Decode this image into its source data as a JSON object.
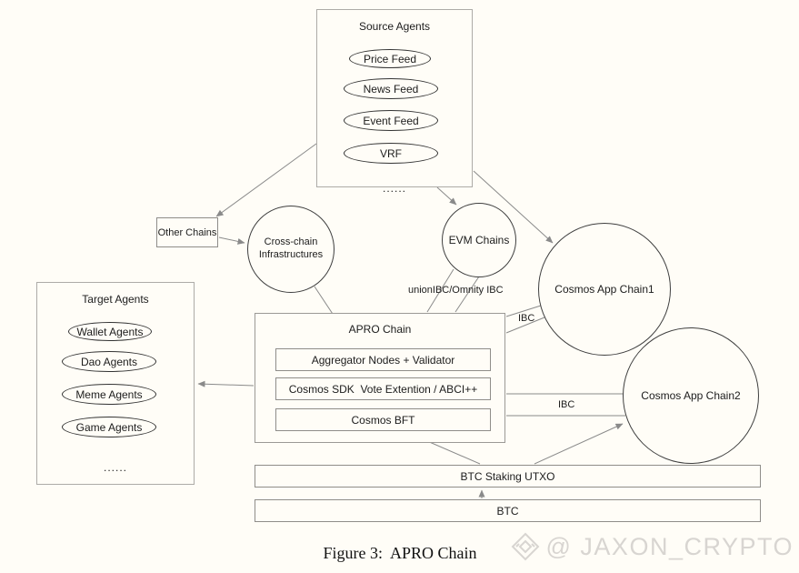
{
  "diagram": {
    "source_agents": {
      "title": "Source Agents",
      "items": [
        "Price Feed",
        "News Feed",
        "Event Feed",
        "VRF"
      ],
      "more": "......"
    },
    "other_chains": {
      "label": "Other Chains"
    },
    "cross_chain": {
      "line1": "Cross-chain",
      "line2": "Infrastructures"
    },
    "evm_chains": {
      "label": "EVM Chains"
    },
    "cosmos_chain1": {
      "label": "Cosmos App Chain1"
    },
    "cosmos_chain2": {
      "label": "Cosmos App Chain2"
    },
    "target_agents": {
      "title": "Target Agents",
      "items": [
        "Wallet Agents",
        "Dao Agents",
        "Meme Agents",
        "Game Agents"
      ],
      "more": "......"
    },
    "apro_chain": {
      "title": "APRO Chain",
      "layers": [
        "Aggregator Nodes + Validator",
        "Cosmos SDK  Vote Extention / ABCI++",
        "Cosmos BFT"
      ]
    },
    "btc_staking": {
      "label": "BTC Staking UTXO"
    },
    "btc": {
      "label": "BTC"
    },
    "edge_labels": {
      "union_ibc": "unionIBC/Omnity IBC",
      "ibc_chain1": "IBC",
      "ibc_chain2": "IBC"
    }
  },
  "caption": "Figure 3:  APRO Chain",
  "watermark": {
    "handle": "@ JAXON_CRYPTO",
    "logo": "diamond-logo"
  },
  "colors": {
    "background": "#fffdf7",
    "connector_line": "#8a8a8a",
    "outer_box_border": "#adaba7",
    "shape_border": "#3f3f3f",
    "text": "#1c1c1c",
    "watermark": "#d8d5d1"
  }
}
